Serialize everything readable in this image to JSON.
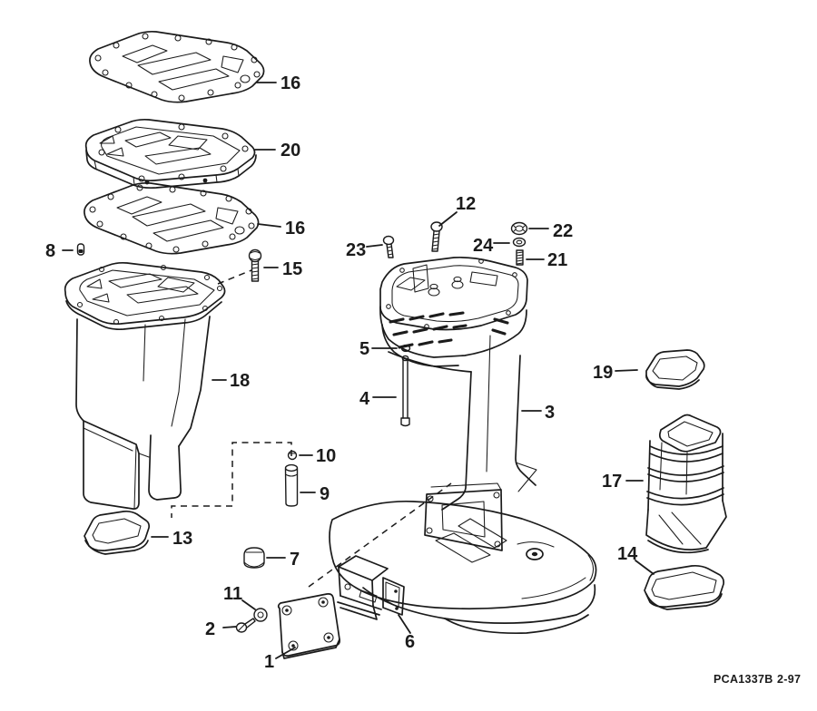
{
  "figure": {
    "colors": {
      "ink": "#1b1b1b",
      "paper": "#ffffff"
    },
    "callouts": [
      {
        "label": "16"
      },
      {
        "label": "20"
      },
      {
        "label": "16"
      },
      {
        "label": "8"
      },
      {
        "label": "15"
      },
      {
        "label": "12"
      },
      {
        "label": "23"
      },
      {
        "label": "24"
      },
      {
        "label": "22"
      },
      {
        "label": "21"
      },
      {
        "label": "5"
      },
      {
        "label": "4"
      },
      {
        "label": "3"
      },
      {
        "label": "18"
      },
      {
        "label": "10"
      },
      {
        "label": "9"
      },
      {
        "label": "13"
      },
      {
        "label": "7"
      },
      {
        "label": "19"
      },
      {
        "label": "17"
      },
      {
        "label": "14"
      },
      {
        "label": "11"
      },
      {
        "label": "2"
      },
      {
        "label": "1"
      },
      {
        "label": "6"
      }
    ],
    "footer": {
      "code": "PCA1337B",
      "date": "2-97"
    }
  }
}
